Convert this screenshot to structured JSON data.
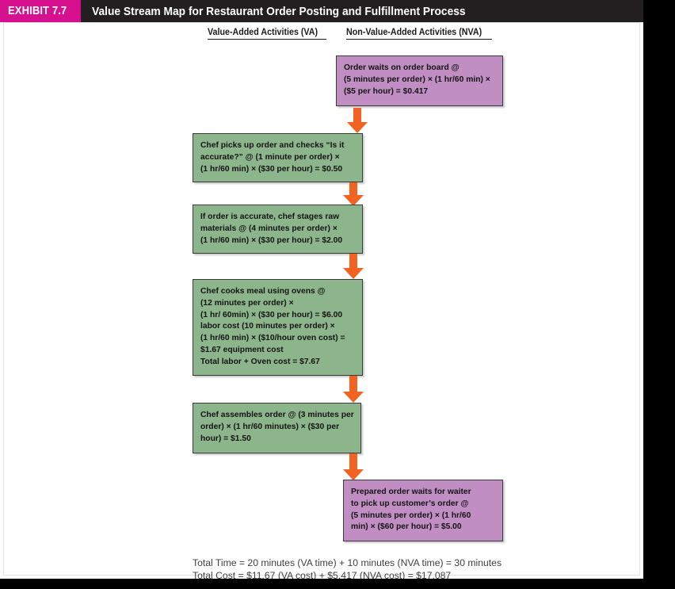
{
  "header": {
    "badge": "EXHIBIT 7.7",
    "title": "Value Stream Map for Restaurant Order Posting and Fulfillment Process",
    "badge_color": "#d6108f",
    "bar_color": "#231f20"
  },
  "columns": {
    "va_label": "Value-Added Activities (VA)",
    "nva_label": "Non-Value-Added Activities (NVA)"
  },
  "palette": {
    "green_box": "#8cb58c",
    "purple_box": "#c18ec4",
    "arrow": "#f26322",
    "box_border": "#3b3b3b"
  },
  "boxes": [
    {
      "id": "order-waits-on-order-board",
      "type": "nva",
      "color": "#c18ec4",
      "lines": [
        "Order waits on order board @",
        "(5  minutes per order) × (1 hr/60 min) ×",
        "($5 per hour) = $0.417"
      ]
    },
    {
      "id": "chef-picks-up-order",
      "type": "va",
      "color": "#8cb58c",
      "lines": [
        "Chef picks up order and checks  “Is it",
        "accurate?” @ (1 minute per order) ×",
        "(1 hr/60 min) × ($30 per hour) = $0.50"
      ]
    },
    {
      "id": "chef-stages-raw-materials",
      "type": "va",
      "color": "#8cb58c",
      "lines": [
        "If order is accurate, chef stages raw",
        "materials @ (4 minutes per order) ×",
        "(1 hr/60 min) × ($30 per hour) = $2.00"
      ]
    },
    {
      "id": "chef-cooks-meal",
      "type": "va",
      "color": "#8cb58c",
      "lines": [
        "Chef cooks meal using ovens @",
        "(12 minutes per order) ×",
        "(1 hr/ 60min) × ($30 per hour) = $6.00",
        "labor cost (10 minutes per order) ×",
        "(1 hr/60 min) × ($10/hour oven cost) =",
        "$1.67 equipment cost",
        "Total labor + Oven cost = $7.67"
      ]
    },
    {
      "id": "chef-assembles-order",
      "type": "va",
      "color": "#8cb58c",
      "lines": [
        "Chef assembles order @ (3 minutes per",
        "order) × (1 hr/60 minutes) × ($30 per",
        "hour) = $1.50"
      ]
    },
    {
      "id": "prepared-order-waits-for-waiter",
      "type": "nva",
      "color": "#c18ec4",
      "lines": [
        "Prepared order waits for waiter",
        "to pick up customer’s order @",
        "(5 minutes per order) × (1 hr/60",
        "min) × ($60 per hour) = $5.00"
      ]
    }
  ],
  "totals": {
    "time_line": "Total Time = 20 minutes (VA time) + 10 minutes (NVA time) = 30 minutes",
    "cost_line": "Total Cost = $11.67 (VA cost) + $5.417 (NVA cost) = $17.087"
  }
}
